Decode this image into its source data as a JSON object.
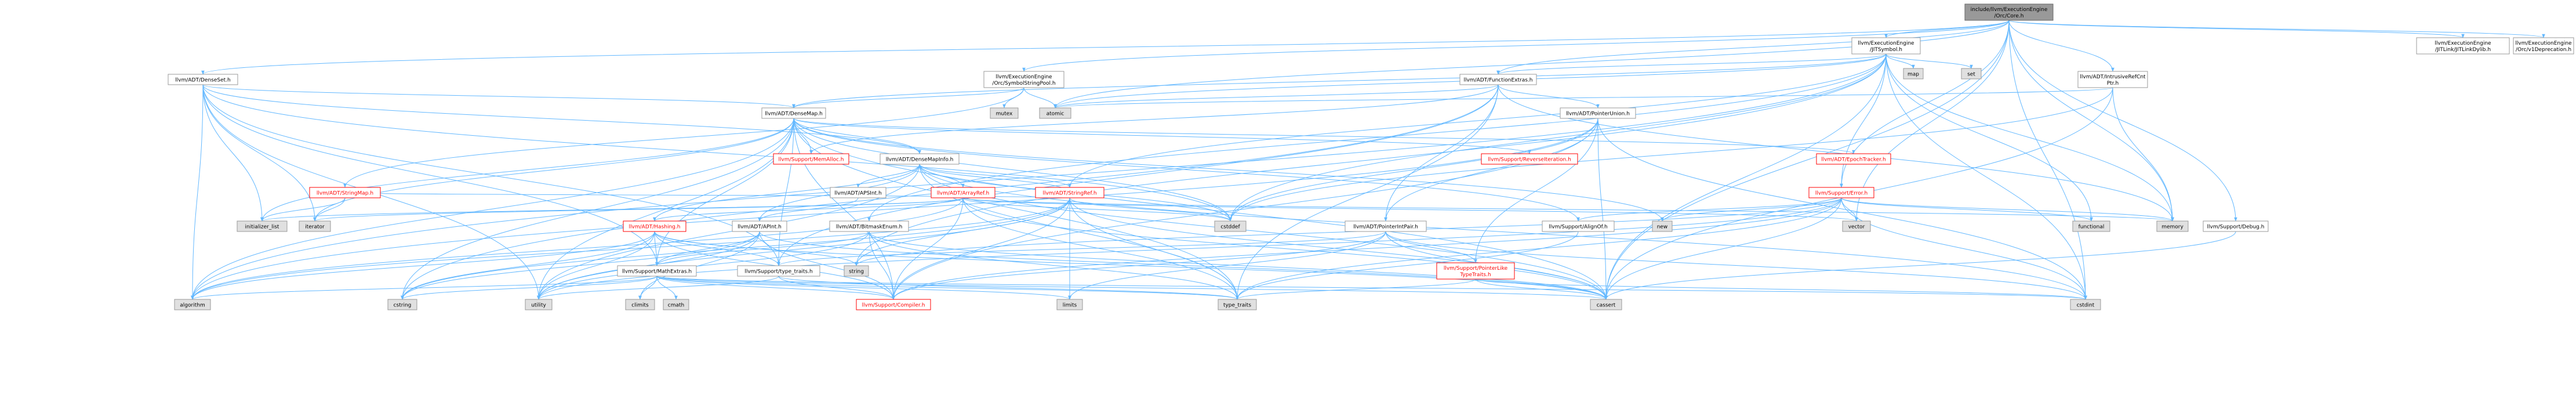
{
  "colors": {
    "edge": "#63b8ff",
    "node_fill": "#ffffff",
    "node_border": "#999999",
    "node_text": "#000000",
    "linked_text": "#ff0000",
    "linked_border": "#ff0000",
    "root_fill": "#999999",
    "system_fill": "#e0e0e0"
  },
  "nodes": [
    {
      "id": "root",
      "label": "include/llvm/ExecutionEngine\n/Orc/Core.h",
      "kind": "root"
    },
    {
      "id": "JITSymbol",
      "label": "llvm/ExecutionEngine\n/JITSymbol.h",
      "kind": "normal"
    },
    {
      "id": "JITLinkDylib",
      "label": "llvm/ExecutionEngine\n/JITLink/JITLinkDylib.h",
      "kind": "normal"
    },
    {
      "id": "OrcV1Deprecation",
      "label": "llvm/ExecutionEngine\n/Orc/v1Deprecation.h",
      "kind": "normal"
    },
    {
      "id": "DenseSet",
      "label": "llvm/ADT/DenseSet.h",
      "kind": "normal"
    },
    {
      "id": "SymbolStringPool",
      "label": "llvm/ExecutionEngine\n/Orc/SymbolStringPool.h",
      "kind": "normal"
    },
    {
      "id": "FunctionExtras",
      "label": "llvm/ADT/FunctionExtras.h",
      "kind": "normal"
    },
    {
      "id": "IntrusiveRefCntPtr",
      "label": "llvm/ADT/IntrusiveRefCnt\nPtr.h",
      "kind": "normal"
    },
    {
      "id": "map",
      "label": "map",
      "kind": "system"
    },
    {
      "id": "set",
      "label": "set",
      "kind": "system"
    },
    {
      "id": "mutex",
      "label": "mutex",
      "kind": "system"
    },
    {
      "id": "atomic",
      "label": "atomic",
      "kind": "system"
    },
    {
      "id": "DenseMap",
      "label": "llvm/ADT/DenseMap.h",
      "kind": "normal"
    },
    {
      "id": "PointerUnion",
      "label": "llvm/ADT/PointerUnion.h",
      "kind": "normal"
    },
    {
      "id": "MemAlloc",
      "label": "llvm/Support/MemAlloc.h",
      "kind": "linked"
    },
    {
      "id": "DenseMapInfo",
      "label": "llvm/ADT/DenseMapInfo.h",
      "kind": "normal"
    },
    {
      "id": "ReverseIteration",
      "label": "llvm/Support/ReverseIteration.h",
      "kind": "linked"
    },
    {
      "id": "EpochTracker",
      "label": "llvm/ADT/EpochTracker.h",
      "kind": "linked"
    },
    {
      "id": "StringMap",
      "label": "llvm/ADT/StringMap.h",
      "kind": "linked"
    },
    {
      "id": "APSInt",
      "label": "llvm/ADT/APSInt.h",
      "kind": "normal"
    },
    {
      "id": "ArrayRef",
      "label": "llvm/ADT/ArrayRef.h",
      "kind": "linked"
    },
    {
      "id": "StringRef",
      "label": "llvm/ADT/StringRef.h",
      "kind": "linked"
    },
    {
      "id": "Error",
      "label": "llvm/Support/Error.h",
      "kind": "linked"
    },
    {
      "id": "initializer_list",
      "label": "initializer_list",
      "kind": "system"
    },
    {
      "id": "iterator",
      "label": "iterator",
      "kind": "system"
    },
    {
      "id": "Hashing",
      "label": "llvm/ADT/Hashing.h",
      "kind": "linked"
    },
    {
      "id": "APInt",
      "label": "llvm/ADT/APInt.h",
      "kind": "normal"
    },
    {
      "id": "BitmaskEnum",
      "label": "llvm/ADT/BitmaskEnum.h",
      "kind": "normal"
    },
    {
      "id": "cstddef",
      "label": "cstddef",
      "kind": "system"
    },
    {
      "id": "PointerIntPair",
      "label": "llvm/ADT/PointerIntPair.h",
      "kind": "normal"
    },
    {
      "id": "AlignOf",
      "label": "llvm/Support/AlignOf.h",
      "kind": "normal"
    },
    {
      "id": "new",
      "label": "new",
      "kind": "system"
    },
    {
      "id": "vector",
      "label": "vector",
      "kind": "system"
    },
    {
      "id": "functional",
      "label": "functional",
      "kind": "system"
    },
    {
      "id": "memory",
      "label": "memory",
      "kind": "system"
    },
    {
      "id": "Debug",
      "label": "llvm/Support/Debug.h",
      "kind": "normal"
    },
    {
      "id": "MathExtras",
      "label": "llvm/Support/MathExtras.h",
      "kind": "normal"
    },
    {
      "id": "type_traits_h",
      "label": "llvm/Support/type_traits.h",
      "kind": "normal"
    },
    {
      "id": "string",
      "label": "string",
      "kind": "system"
    },
    {
      "id": "PointerLikeTypeTraits",
      "label": "llvm/Support/PointerLike\nTypeTraits.h",
      "kind": "linked"
    },
    {
      "id": "algorithm",
      "label": "algorithm",
      "kind": "system"
    },
    {
      "id": "cstring",
      "label": "cstring",
      "kind": "system"
    },
    {
      "id": "utility",
      "label": "utility",
      "kind": "system"
    },
    {
      "id": "climits",
      "label": "climits",
      "kind": "system"
    },
    {
      "id": "cmath",
      "label": "cmath",
      "kind": "system"
    },
    {
      "id": "Compiler",
      "label": "llvm/Support/Compiler.h",
      "kind": "linked"
    },
    {
      "id": "limits",
      "label": "limits",
      "kind": "system"
    },
    {
      "id": "type_traits",
      "label": "type_traits",
      "kind": "system"
    },
    {
      "id": "cassert",
      "label": "cassert",
      "kind": "system"
    },
    {
      "id": "cstdint",
      "label": "cstdint",
      "kind": "system"
    }
  ],
  "edges": [
    [
      "root",
      "JITSymbol"
    ],
    [
      "root",
      "JITLinkDylib"
    ],
    [
      "root",
      "OrcV1Deprecation"
    ],
    [
      "root",
      "DenseSet"
    ],
    [
      "root",
      "SymbolStringPool"
    ],
    [
      "root",
      "FunctionExtras"
    ],
    [
      "root",
      "IntrusiveRefCntPtr"
    ],
    [
      "root",
      "atomic"
    ],
    [
      "root",
      "Error"
    ],
    [
      "root",
      "vector"
    ],
    [
      "root",
      "memory"
    ],
    [
      "root",
      "Debug"
    ],
    [
      "root",
      "cassert"
    ],
    [
      "root",
      "cstdint"
    ],
    [
      "JITSymbol",
      "map"
    ],
    [
      "JITSymbol",
      "set"
    ],
    [
      "JITSymbol",
      "FunctionExtras"
    ],
    [
      "JITSymbol",
      "DenseMap"
    ],
    [
      "JITSymbol",
      "StringRef"
    ],
    [
      "JITSymbol",
      "BitmaskEnum"
    ],
    [
      "JITSymbol",
      "Error"
    ],
    [
      "JITSymbol",
      "functional"
    ],
    [
      "JITSymbol",
      "memory"
    ],
    [
      "JITSymbol",
      "string"
    ],
    [
      "JITSymbol",
      "algorithm"
    ],
    [
      "JITSymbol",
      "cassert"
    ],
    [
      "JITSymbol",
      "cstddef"
    ],
    [
      "JITSymbol",
      "cstdint"
    ],
    [
      "JITSymbol",
      "atomic"
    ],
    [
      "DenseSet",
      "DenseMap"
    ],
    [
      "DenseSet",
      "DenseMapInfo"
    ],
    [
      "DenseSet",
      "MathExtras"
    ],
    [
      "DenseSet",
      "type_traits_h"
    ],
    [
      "DenseSet",
      "algorithm"
    ],
    [
      "DenseSet",
      "cstddef"
    ],
    [
      "DenseSet",
      "initializer_list"
    ],
    [
      "DenseSet",
      "iterator"
    ],
    [
      "DenseSet",
      "utility"
    ],
    [
      "SymbolStringPool",
      "DenseMap"
    ],
    [
      "SymbolStringPool",
      "StringMap"
    ],
    [
      "SymbolStringPool",
      "atomic"
    ],
    [
      "SymbolStringPool",
      "mutex"
    ],
    [
      "FunctionExtras",
      "PointerIntPair"
    ],
    [
      "FunctionExtras",
      "PointerUnion"
    ],
    [
      "FunctionExtras",
      "STLForwardCompat"
    ],
    [
      "FunctionExtras",
      "MemAlloc"
    ],
    [
      "FunctionExtras",
      "type_traits_h"
    ],
    [
      "FunctionExtras",
      "cstring"
    ],
    [
      "FunctionExtras",
      "memory"
    ],
    [
      "FunctionExtras",
      "type_traits"
    ],
    [
      "FunctionExtras",
      "atomic"
    ],
    [
      "IntrusiveRefCntPtr",
      "atomic"
    ],
    [
      "IntrusiveRefCntPtr",
      "cassert"
    ],
    [
      "IntrusiveRefCntPtr",
      "cstddef"
    ],
    [
      "IntrusiveRefCntPtr",
      "memory"
    ],
    [
      "DenseMap",
      "DenseMapInfo"
    ],
    [
      "DenseMap",
      "EpochTracker"
    ],
    [
      "DenseMap",
      "AlignOf"
    ],
    [
      "DenseMap",
      "Compiler"
    ],
    [
      "DenseMap",
      "MathExtras"
    ],
    [
      "DenseMap",
      "MemAlloc"
    ],
    [
      "DenseMap",
      "ReverseIteration"
    ],
    [
      "DenseMap",
      "type_traits_h"
    ],
    [
      "DenseMap",
      "algorithm"
    ],
    [
      "DenseMap",
      "cassert"
    ],
    [
      "DenseMap",
      "cstddef"
    ],
    [
      "DenseMap",
      "cstring"
    ],
    [
      "DenseMap",
      "initializer_list"
    ],
    [
      "DenseMap",
      "iterator"
    ],
    [
      "DenseMap",
      "new"
    ],
    [
      "DenseMap",
      "type_traits"
    ],
    [
      "DenseMap",
      "utility"
    ],
    [
      "PointerUnion",
      "PointerIntPair"
    ],
    [
      "PointerUnion",
      "Compiler"
    ],
    [
      "PointerUnion",
      "PointerLikeTypeTraits"
    ],
    [
      "PointerUnion",
      "algorithm"
    ],
    [
      "PointerUnion",
      "cassert"
    ],
    [
      "PointerUnion",
      "cstddef"
    ],
    [
      "PointerUnion",
      "cstdint"
    ],
    [
      "DenseMapInfo",
      "cassert"
    ],
    [
      "DenseMapInfo",
      "cstddef"
    ],
    [
      "DenseMapInfo",
      "cstdint"
    ],
    [
      "DenseMapInfo",
      "tuple"
    ],
    [
      "DenseMapInfo",
      "type_traits"
    ],
    [
      "DenseMapInfo",
      "utility"
    ],
    [
      "DenseMapInfo",
      "APInt"
    ],
    [
      "DenseMapInfo",
      "APSInt"
    ],
    [
      "DenseMapInfo",
      "ArrayRef"
    ],
    [
      "DenseMapInfo",
      "Hashing"
    ],
    [
      "DenseMapInfo",
      "StringRef"
    ],
    [
      "StringMap",
      "StringRef"
    ],
    [
      "StringMap",
      "iterator"
    ],
    [
      "StringMap",
      "initializer_list"
    ],
    [
      "APSInt",
      "APInt"
    ],
    [
      "ArrayRef",
      "Hashing"
    ],
    [
      "ArrayRef",
      "Compiler"
    ],
    [
      "ArrayRef",
      "algorithm"
    ],
    [
      "ArrayRef",
      "cassert"
    ],
    [
      "ArrayRef",
      "cstddef"
    ],
    [
      "ArrayRef",
      "initializer_list"
    ],
    [
      "ArrayRef",
      "iterator"
    ],
    [
      "ArrayRef",
      "memory"
    ],
    [
      "ArrayRef",
      "type_traits"
    ],
    [
      "ArrayRef",
      "vector"
    ],
    [
      "StringRef",
      "DenseMapInfo"
    ],
    [
      "StringRef",
      "Compiler"
    ],
    [
      "StringRef",
      "algorithm"
    ],
    [
      "StringRef",
      "cassert"
    ],
    [
      "StringRef",
      "cstddef"
    ],
    [
      "StringRef",
      "cstring"
    ],
    [
      "StringRef",
      "limits"
    ],
    [
      "StringRef",
      "string"
    ],
    [
      "StringRef",
      "type_traits"
    ],
    [
      "StringRef",
      "utility"
    ],
    [
      "Error",
      "Compiler"
    ],
    [
      "Error",
      "AlignOf"
    ],
    [
      "Error",
      "cassert"
    ],
    [
      "Error",
      "cstdint"
    ],
    [
      "Error",
      "functional"
    ],
    [
      "Error",
      "memory"
    ],
    [
      "Error",
      "new"
    ],
    [
      "Error",
      "string"
    ],
    [
      "Error",
      "type_traits"
    ],
    [
      "Error",
      "utility"
    ],
    [
      "Error",
      "vector"
    ],
    [
      "Hashing",
      "type_traits_h"
    ],
    [
      "Hashing",
      "algorithm"
    ],
    [
      "Hashing",
      "cassert"
    ],
    [
      "Hashing",
      "cstring"
    ],
    [
      "Hashing",
      "string"
    ],
    [
      "Hashing",
      "tuple"
    ],
    [
      "Hashing",
      "utility"
    ],
    [
      "Hashing",
      "Compiler"
    ],
    [
      "Hashing",
      "MathExtras"
    ],
    [
      "APInt",
      "Compiler"
    ],
    [
      "APInt",
      "MathExtras"
    ],
    [
      "APInt",
      "cassert"
    ],
    [
      "APInt",
      "climits"
    ],
    [
      "APInt",
      "cstring"
    ],
    [
      "APInt",
      "utility"
    ],
    [
      "BitmaskEnum",
      "Compiler"
    ],
    [
      "BitmaskEnum",
      "MathExtras"
    ],
    [
      "BitmaskEnum",
      "cassert"
    ],
    [
      "BitmaskEnum",
      "type_traits"
    ],
    [
      "BitmaskEnum",
      "utility"
    ],
    [
      "PointerIntPair",
      "Compiler"
    ],
    [
      "PointerIntPair",
      "PointerLikeTypeTraits"
    ],
    [
      "PointerIntPair",
      "type_traits_h"
    ],
    [
      "PointerIntPair",
      "cassert"
    ],
    [
      "PointerIntPair",
      "cstdint"
    ],
    [
      "PointerIntPair",
      "limits"
    ],
    [
      "AlignOf",
      "type_traits"
    ],
    [
      "MathExtras",
      "Compiler"
    ],
    [
      "MathExtras",
      "algorithm"
    ],
    [
      "MathExtras",
      "cassert"
    ],
    [
      "MathExtras",
      "climits"
    ],
    [
      "MathExtras",
      "cmath"
    ],
    [
      "MathExtras",
      "cstdint"
    ],
    [
      "MathExtras",
      "cstring"
    ],
    [
      "MathExtras",
      "limits"
    ],
    [
      "MathExtras",
      "type_traits"
    ],
    [
      "type_traits_h",
      "Compiler"
    ],
    [
      "type_traits_h",
      "type_traits"
    ],
    [
      "type_traits_h",
      "utility"
    ],
    [
      "PointerLikeTypeTraits",
      "cassert"
    ],
    [
      "PointerLikeTypeTraits",
      "cstdint"
    ],
    [
      "PointerLikeTypeTraits",
      "type_traits"
    ],
    [
      "Debug",
      "cassert"
    ]
  ]
}
